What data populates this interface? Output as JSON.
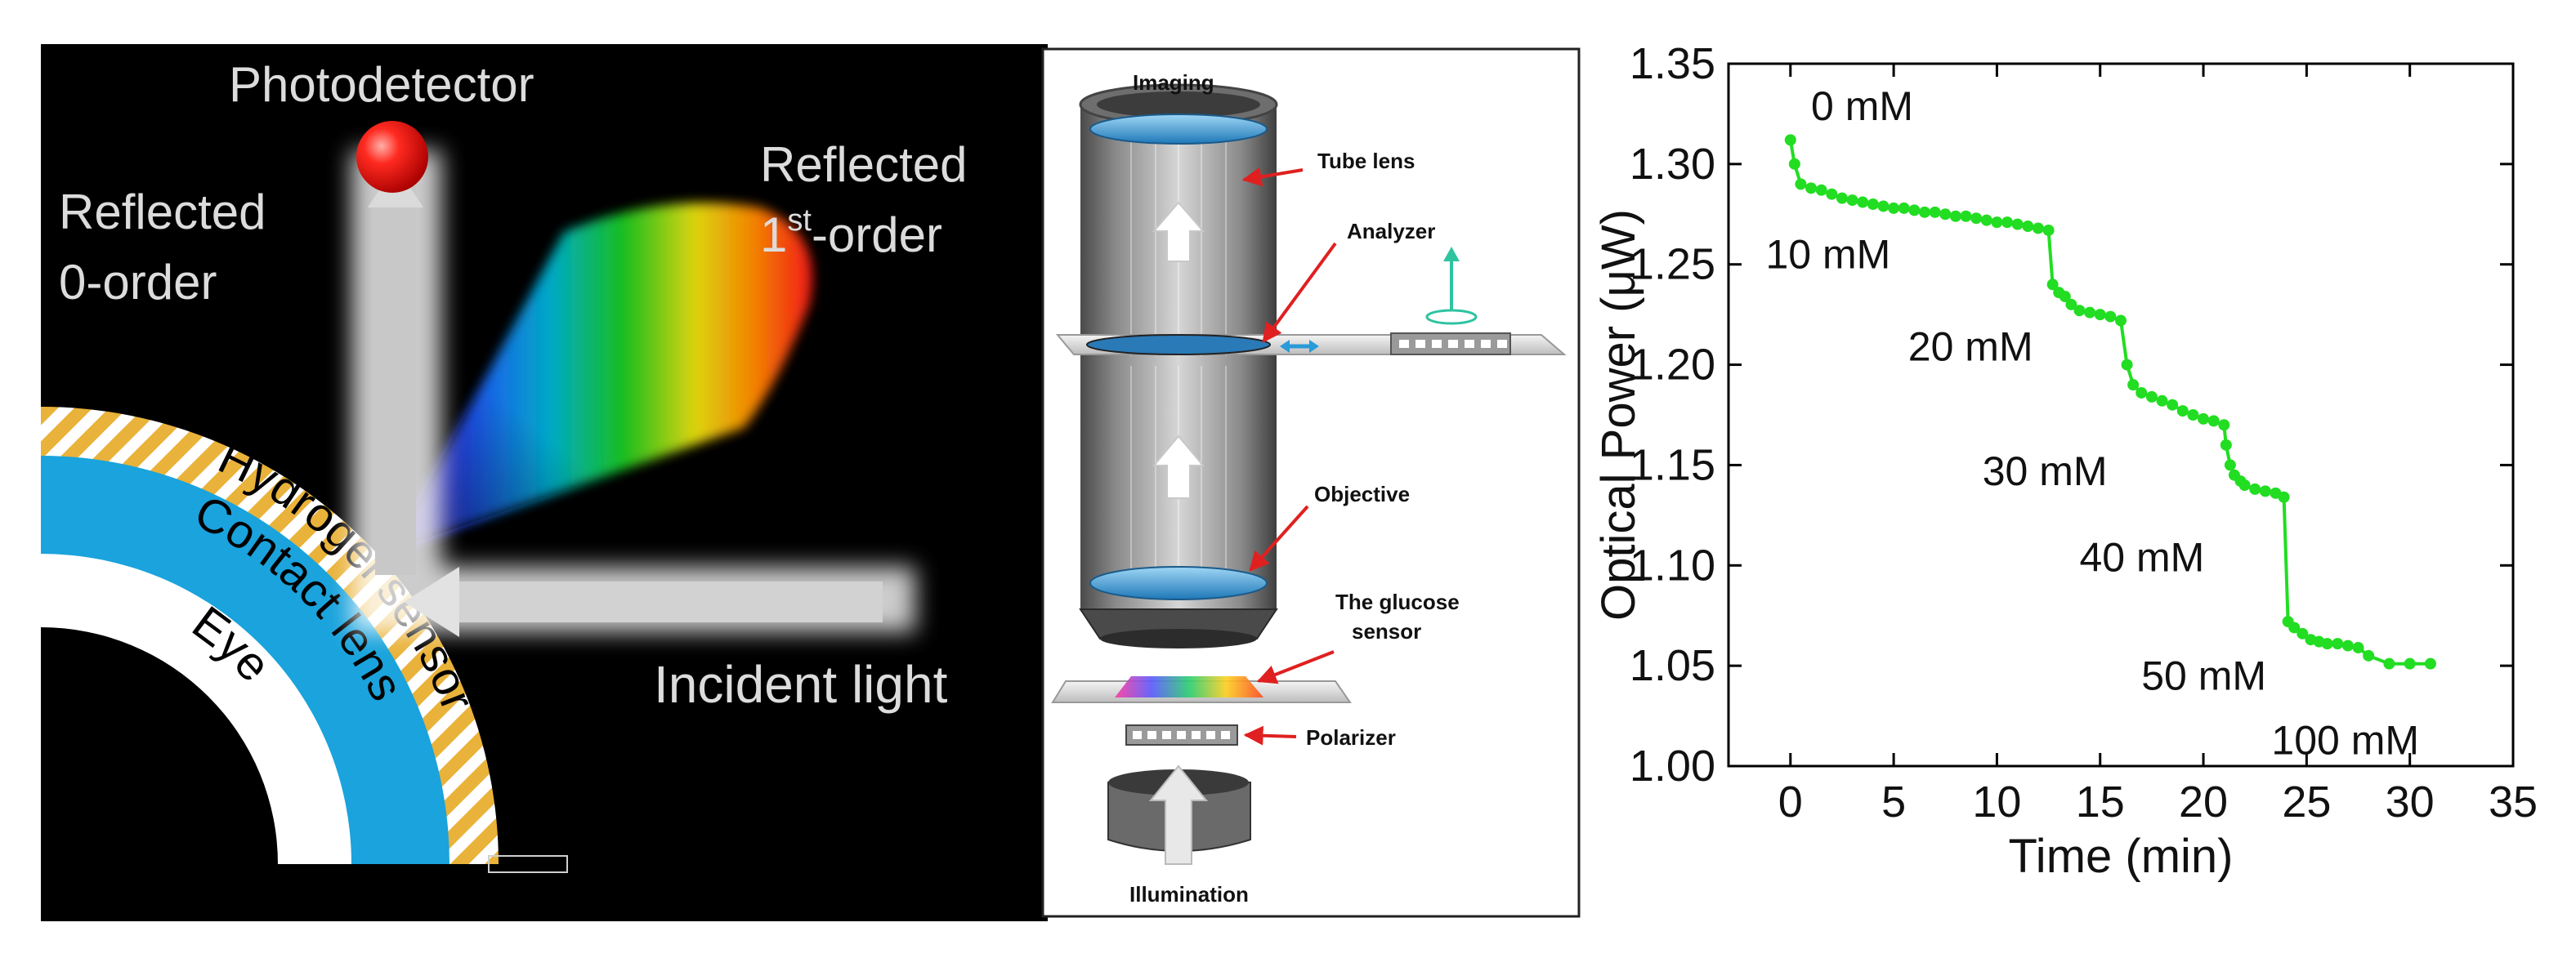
{
  "panel_a": {
    "photodetector": "Photodetector",
    "reflected_first_line1": "Reflected",
    "reflected_first_line2": "1",
    "reflected_first_sup": "st",
    "reflected_first_tail": "-order",
    "reflected_zero_line1": "Reflected",
    "reflected_zero_line2": "0-order",
    "incident_light": "Incident light",
    "layer_hydrogel": "Hydrogel sensor",
    "layer_contact": "Contact lens",
    "layer_eye": "Eye",
    "colors": {
      "hydrogel": "#e9b23a",
      "contact_lens": "#1aa3dc",
      "eye": "#ffffff",
      "detector": "#e0201c"
    }
  },
  "panel_b": {
    "imaging": "Imaging",
    "tube_lens": "Tube lens",
    "analyzer": "Analyzer",
    "objective": "Objective",
    "sensor_line1": "The glucose",
    "sensor_line2": "sensor",
    "polarizer": "Polarizer",
    "illumination": "Illumination",
    "colors": {
      "lens": "#3a9fd8",
      "pointer": "#e02020",
      "rotation_arrow": "#2ec4a0"
    }
  },
  "chart_data": {
    "type": "line",
    "title": "",
    "xlabel": "Time (min)",
    "ylabel": "Optical Power (μW)",
    "xlim": [
      -3,
      35
    ],
    "ylim": [
      1.0,
      1.35
    ],
    "xticks": [
      "0",
      "5",
      "10",
      "15",
      "20",
      "25",
      "30",
      "35"
    ],
    "xtick_values": [
      0,
      5,
      10,
      15,
      20,
      25,
      30,
      35
    ],
    "yticks": [
      "1.00",
      "1.05",
      "1.10",
      "1.15",
      "1.20",
      "1.25",
      "1.30",
      "1.35"
    ],
    "ytick_values": [
      1.0,
      1.05,
      1.1,
      1.15,
      1.2,
      1.25,
      1.3,
      1.35
    ],
    "grid": false,
    "series": [
      {
        "color": "#22dd22",
        "x": [
          0,
          0.2,
          0.5,
          1,
          1.5,
          2,
          2.5,
          3,
          3.5,
          4,
          4.5,
          5,
          5.5,
          6,
          6.5,
          7,
          7.5,
          8,
          8.5,
          9,
          9.5,
          10,
          10.5,
          11,
          11.5,
          12,
          12.5,
          12.7,
          13,
          13.3,
          13.6,
          14,
          14.5,
          15,
          15.5,
          16,
          16.3,
          16.6,
          17,
          17.5,
          18,
          18.5,
          19,
          19.5,
          20,
          20.5,
          21,
          21.1,
          21.3,
          21.5,
          21.8,
          22,
          22.5,
          23,
          23.5,
          23.9,
          24.1,
          24.4,
          24.8,
          25.2,
          25.6,
          26,
          26.5,
          27,
          27.5,
          28,
          29,
          30,
          31
        ],
        "y": [
          1.312,
          1.3,
          1.29,
          1.288,
          1.287,
          1.285,
          1.283,
          1.282,
          1.281,
          1.28,
          1.279,
          1.278,
          1.278,
          1.277,
          1.276,
          1.276,
          1.275,
          1.274,
          1.274,
          1.273,
          1.272,
          1.271,
          1.271,
          1.27,
          1.269,
          1.268,
          1.267,
          1.24,
          1.236,
          1.234,
          1.23,
          1.227,
          1.226,
          1.225,
          1.224,
          1.222,
          1.2,
          1.19,
          1.186,
          1.184,
          1.182,
          1.18,
          1.177,
          1.175,
          1.173,
          1.172,
          1.17,
          1.16,
          1.15,
          1.145,
          1.142,
          1.14,
          1.138,
          1.137,
          1.136,
          1.134,
          1.072,
          1.069,
          1.066,
          1.063,
          1.062,
          1.061,
          1.061,
          1.06,
          1.059,
          1.055,
          1.051,
          1.051,
          1.051
        ]
      }
    ],
    "annotations": [
      {
        "text": "0 mM",
        "x": 1.0,
        "y": 1.322
      },
      {
        "text": "10 mM",
        "x": -1.2,
        "y": 1.248
      },
      {
        "text": "20 mM",
        "x": 5.7,
        "y": 1.202
      },
      {
        "text": "30 mM",
        "x": 9.3,
        "y": 1.14
      },
      {
        "text": "40 mM",
        "x": 14.0,
        "y": 1.097
      },
      {
        "text": "50 mM",
        "x": 17.0,
        "y": 1.038
      },
      {
        "text": "100 mM",
        "x": 23.3,
        "y": 1.006
      }
    ]
  }
}
